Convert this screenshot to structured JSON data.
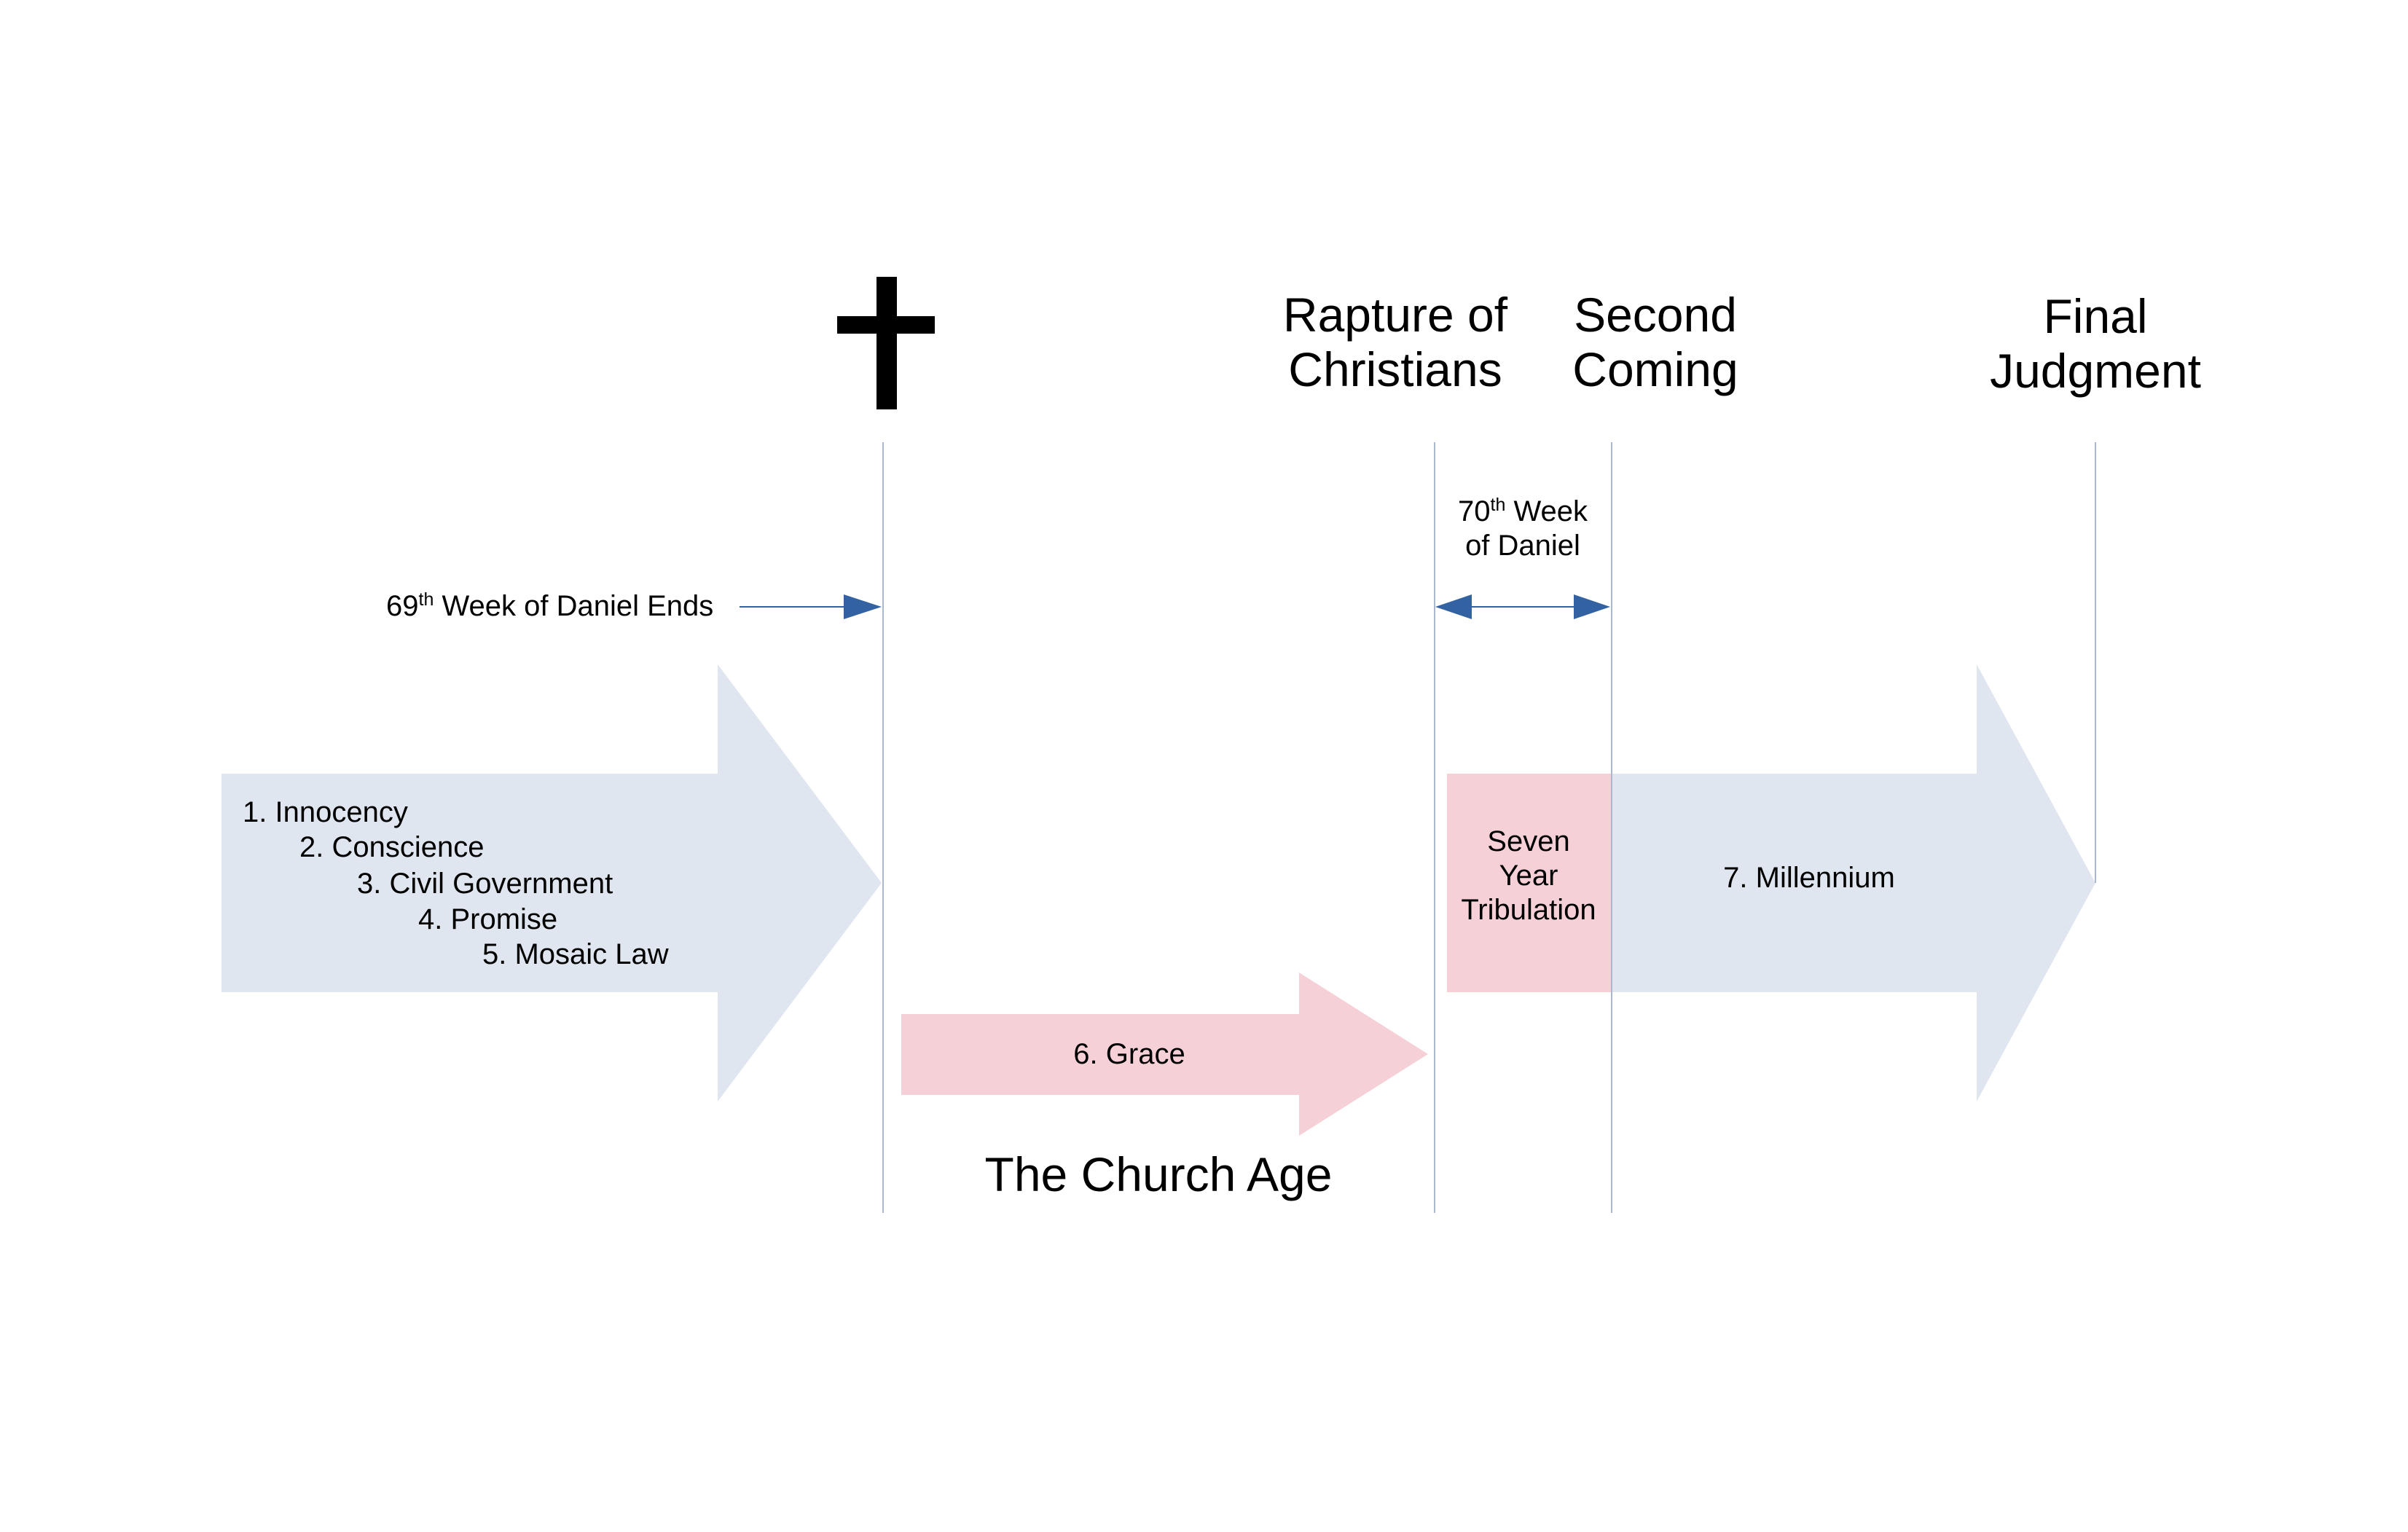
{
  "colors": {
    "blue_arrow_fill": "#dfe6ef",
    "pink_fill": "#f6d0d7",
    "guide_line": "#a9b8cc",
    "marker_arrow": "#3362a2",
    "text": "#000000",
    "cross": "#000000"
  },
  "milestones": {
    "cross_icon": "cross-icon",
    "rapture_line1": "Rapture of",
    "rapture_line2": "Christians",
    "second_coming_line1": "Second",
    "second_coming_line2": "Coming",
    "final_judgment_line1": "Final",
    "final_judgment_line2": "Judgment"
  },
  "week69": {
    "number": "69",
    "suffix": "th",
    "text": " Week of Daniel Ends"
  },
  "week70": {
    "number": "70",
    "suffix": "th",
    "text": " Week",
    "line2": "of Daniel"
  },
  "dispensations": {
    "early": [
      "1. Innocency",
      "2. Conscience",
      "3. Civil Government",
      "4. Promise",
      "5. Mosaic Law"
    ],
    "grace": "6. Grace",
    "church_age": "The Church Age",
    "tribulation": [
      "Seven",
      "Year",
      "Tribulation"
    ],
    "millennium": "7. Millennium"
  }
}
